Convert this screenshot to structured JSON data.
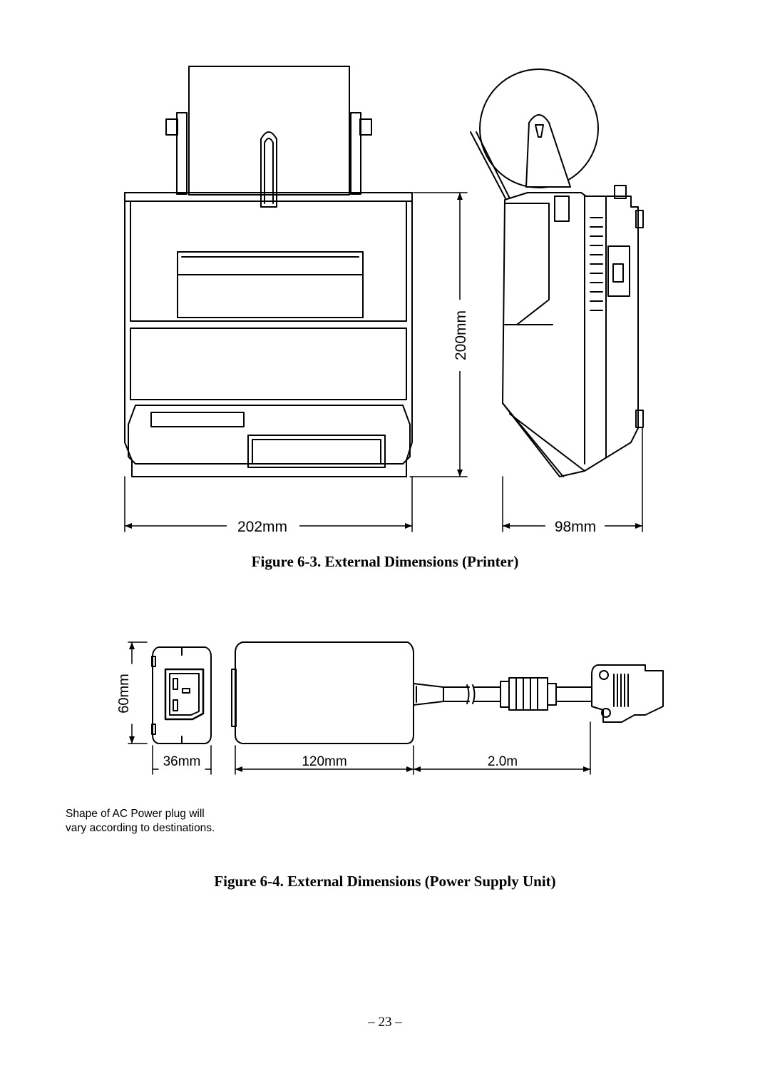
{
  "figure1": {
    "caption": "Figure 6-3. External Dimensions (Printer)",
    "dim_width": "202mm",
    "dim_height": "200mm",
    "dim_depth": "98mm"
  },
  "figure2": {
    "caption": "Figure 6-4. External Dimensions (Power Supply Unit)",
    "dim_height": "60mm",
    "dim_plug_width": "36mm",
    "dim_body_width": "120mm",
    "dim_cable_length": "2.0m",
    "note_line1": "Shape of AC Power plug will",
    "note_line2": "vary according to destinations."
  },
  "page_number": "– 23 –"
}
